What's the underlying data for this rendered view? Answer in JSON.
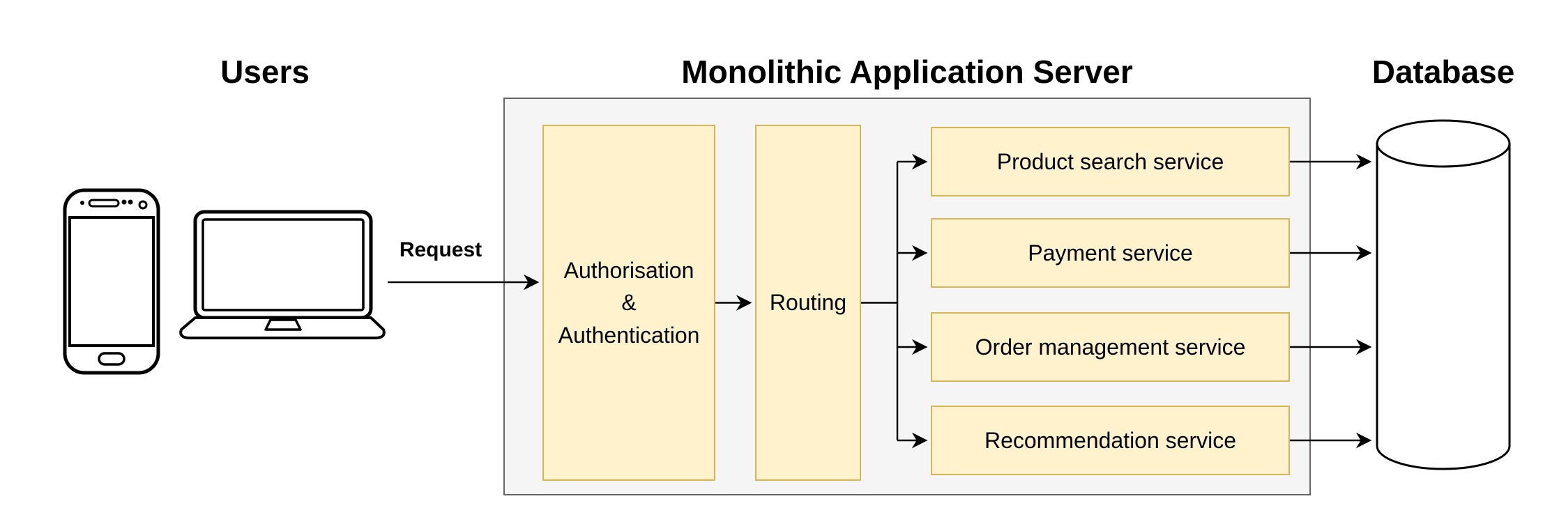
{
  "titles": {
    "users": "Users",
    "server": "Monolithic Application Server",
    "database": "Database"
  },
  "request": {
    "label": "Request"
  },
  "server": {
    "auth": {
      "line1": "Authorisation",
      "line2": "&",
      "line3": "Authentication"
    },
    "routing": {
      "label": "Routing"
    },
    "services": [
      {
        "label": "Product search service"
      },
      {
        "label": "Payment service"
      },
      {
        "label": "Order management service"
      },
      {
        "label": "Recommendation service"
      }
    ]
  },
  "icons": {
    "users_devices": [
      "smartphone-icon",
      "laptop-icon"
    ],
    "database": "database-cylinder-icon"
  },
  "colors": {
    "service_fill": "#FFF2CC",
    "service_border": "#D6B656",
    "container_fill": "#F5F5F5",
    "container_border": "#666666",
    "line": "#000000",
    "text": "#000000",
    "background": "#FFFFFF"
  }
}
